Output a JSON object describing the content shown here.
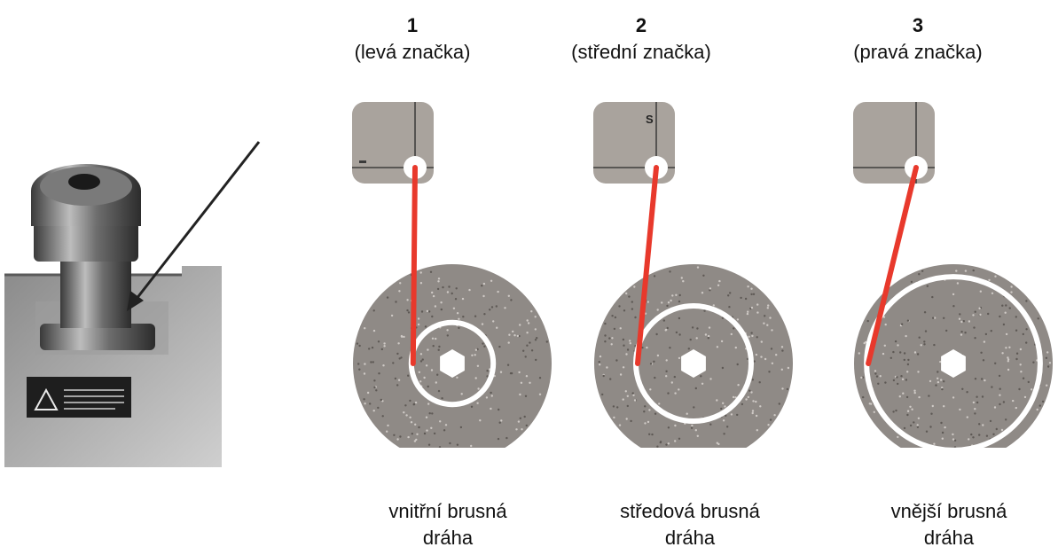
{
  "columns": [
    {
      "number": "1",
      "mark_label": "(levá značka)",
      "caption_line1": "vnitřní brusná",
      "caption_line2": "dráha",
      "gauge_letter": "",
      "track_level": 0.3
    },
    {
      "number": "2",
      "mark_label": "(střední značka)",
      "caption_line1": "středová brusná",
      "caption_line2": "dráha",
      "gauge_letter": "S",
      "track_level": 0.5
    },
    {
      "number": "3",
      "mark_label": "(pravá značka)",
      "caption_line1": "vnější brusná",
      "caption_line2": "dráha",
      "gauge_letter": "",
      "track_level": 0.85
    }
  ],
  "colors": {
    "gauge_face": "#a9a39d",
    "wheel": "#8f8a86",
    "laser": "#e8392c",
    "track": "#ffffff",
    "arrow": "#222222"
  }
}
